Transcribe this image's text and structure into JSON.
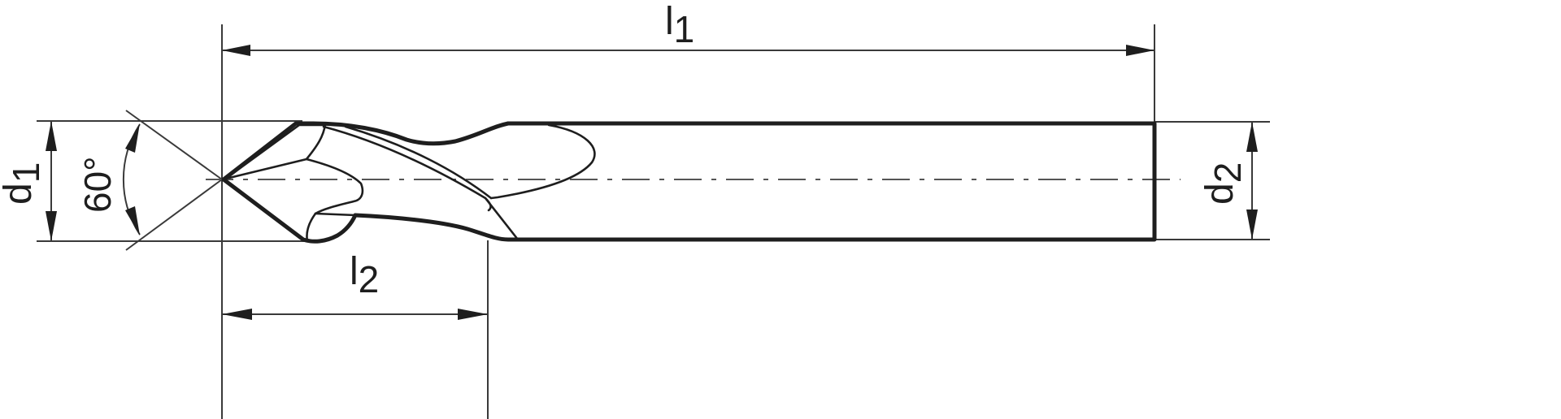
{
  "drawing": {
    "subject": "60° spotting / centering drill",
    "labels": {
      "l1": {
        "main": "l",
        "sub": "1"
      },
      "l2": {
        "main": "l",
        "sub": "2"
      },
      "d1": {
        "main": "d",
        "sub": "1"
      },
      "d2": {
        "main": "d",
        "sub": "2"
      },
      "angle": "60°"
    },
    "colors": {
      "outline": "#1e1e1e",
      "dimension": "#3a3a3a",
      "centerline": "#555555",
      "background": "#ffffff"
    }
  }
}
